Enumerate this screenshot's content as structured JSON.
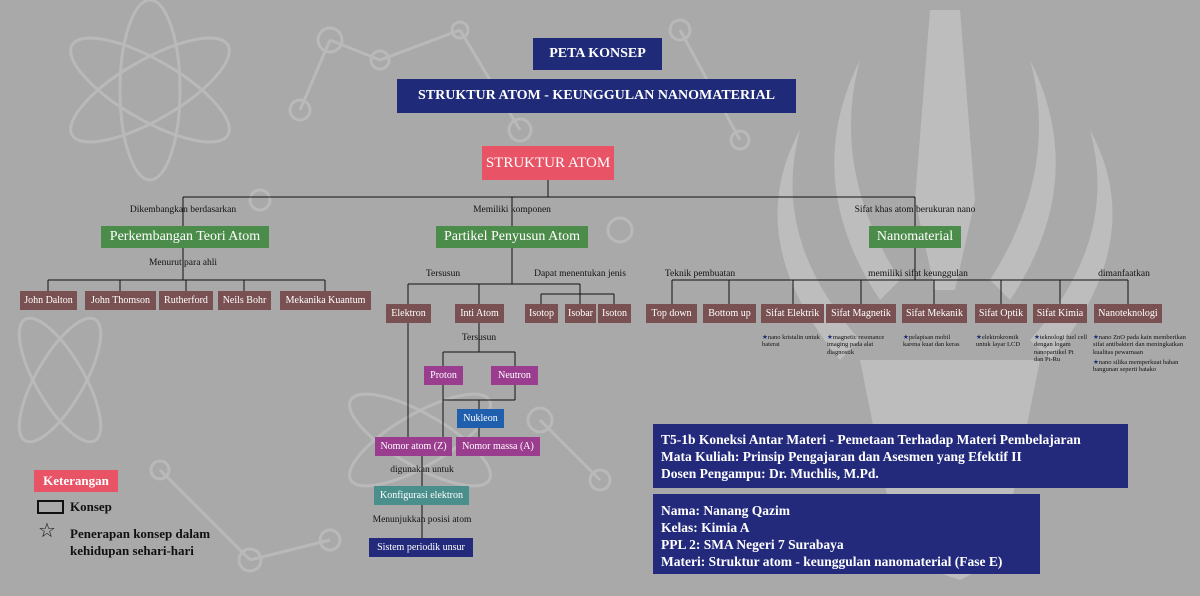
{
  "header": {
    "title": "PETA KONSEP",
    "subtitle": "STRUKTUR ATOM - KEUNGGULAN NANOMATERIAL"
  },
  "root": {
    "label": "STRUKTUR ATOM"
  },
  "connectors": {
    "dikembangkan": "Dikembangkan berdasarkan",
    "memiliki_komponen": "Memiliki komponen",
    "sifat_khas": "Sifat khas atom berukuran nano",
    "menurut": "Menurut para ahli",
    "tersusun1": "Tersusun",
    "dapat": "Dapat menentukan jenis",
    "tersusun2": "Tersusun",
    "digunakan": "digunakan untuk",
    "menunjukkan": "Menunjukkan posisi atom",
    "teknik": "Teknik pembuatan",
    "memiliki_sifat": "memiliki sifat keunggulan",
    "dimanfaatkan": "dimanfaatkan"
  },
  "branches": {
    "teori": "Perkembangan Teori Atom",
    "partikel": "Partikel Penyusun Atom",
    "nano": "Nanomaterial"
  },
  "scientists": [
    "John Dalton",
    "John Thomson",
    "Rutherford",
    "Neils Bohr",
    "Mekanika Kuantum"
  ],
  "particles": {
    "elektron": "Elektron",
    "inti": "Inti Atom",
    "isotop": "Isotop",
    "isobar": "Isobar",
    "isoton": "Isoton",
    "proton": "Proton",
    "neutron": "Neutron",
    "nukleon": "Nukleon",
    "nomor_atom": "Nomor atom (Z)",
    "nomor_massa": "Nomor massa (A)",
    "konfigurasi": "Konfigurasi elektron",
    "sistem": "Sistem periodik unsur"
  },
  "nano_items": {
    "top_down": "Top down",
    "bottom_up": "Bottom up",
    "elektrik": "Sifat Elektrik",
    "magnetik": "Sifat Magnetik",
    "mekanik": "Sifat Mekanik",
    "optik": "Sifat Optik",
    "kimia": "Sifat Kimia",
    "nanoteknologi": "Nanoteknologi"
  },
  "applications": {
    "elektrik": "nano kristalin untuk\nbaterai",
    "magnetik": "magnetic resonance\nimaging pada alat\ndiagnostik",
    "mekanik": "pelapisan mobil\nkarena kuat dan keras",
    "optik": "elektrokromik\nuntuk layar LCD",
    "kimia": "teknologi fuel cell\ndengan logam\nnanopartikel Pt\ndan Pt-Ru",
    "nano1": "nano ZnO pada kain memberikan\nsifat antibakteri dan meningkatkan\nkualitas pewarnaan",
    "nano2": "nano silika memperkuat bahan\nbangunan seperti batako"
  },
  "legend": {
    "title": "Keterangan",
    "konsep": "Konsep",
    "penerapan_line1": "Penerapan konsep dalam",
    "penerapan_line2": "kehidupan sehari-hari"
  },
  "course": {
    "line1": "T5-1b Koneksi Antar Materi - Pemetaan Terhadap Materi Pembelajaran",
    "line2": "Mata Kuliah: Prinsip Pengajaran dan Asesmen yang Efektif II",
    "line3": "Dosen Pengampu: Dr. Muchlis, M.Pd."
  },
  "student": {
    "nama": "Nama: Nanang Qazim",
    "kelas": "Kelas: Kimia A",
    "ppl": "PPL 2: SMA Negeri 7 Surabaya",
    "materi": "Materi: Struktur atom - keunggulan nanomaterial (Fase E)"
  },
  "colors": {
    "background": "#a9a9a9",
    "navy": "#1f2a78",
    "red": "#e85366",
    "green": "#4c8c4a",
    "brown": "#7a5152",
    "magenta": "#9b3d8f",
    "blue": "#1f5fae",
    "teal": "#4b8f8c"
  }
}
